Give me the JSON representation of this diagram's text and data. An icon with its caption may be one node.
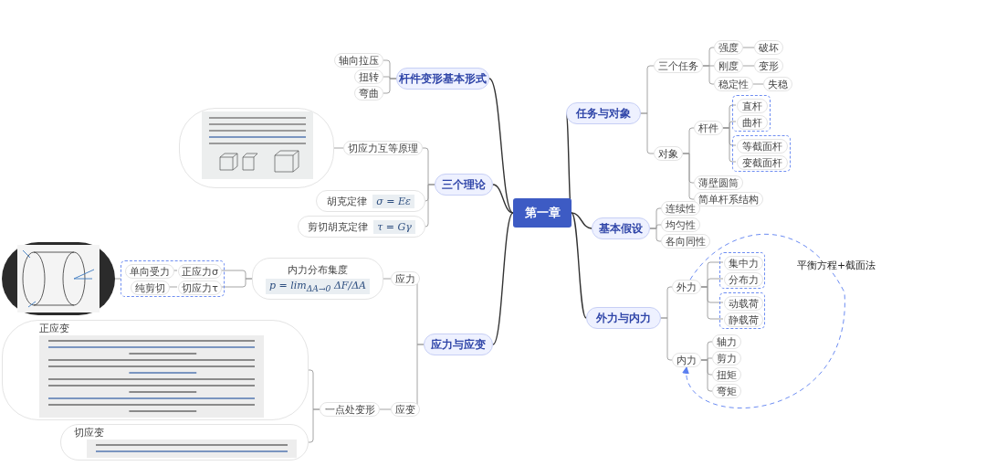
{
  "diagram": {
    "nodes": [
      {
        "text": [
          "第一章"
        ]
      },
      {
        "text": [
          "任务与对象"
        ]
      },
      {
        "text": [
          "三个任务"
        ]
      },
      {
        "text": [
          "强度"
        ]
      },
      {
        "text": [
          "破坏"
        ]
      },
      {
        "text": [
          "刚度"
        ]
      },
      {
        "text": [
          "变形"
        ]
      },
      {
        "text": [
          "稳定性"
        ]
      },
      {
        "text": [
          "失稳"
        ]
      },
      {
        "text": [
          "对象"
        ]
      },
      {
        "text": [
          "杆件"
        ]
      },
      {
        "text": [],
        "shape": "box"
      },
      {
        "text": [
          "直杆"
        ],
        "in": 11
      },
      {
        "text": [
          "曲杆"
        ],
        "in": 11
      },
      {
        "text": [],
        "shape": "box"
      },
      {
        "text": [
          "等截面杆"
        ],
        "in": 14
      },
      {
        "text": [
          "变截面杆"
        ],
        "in": 14
      },
      {
        "text": [
          "薄壁圆筒"
        ]
      },
      {
        "text": [
          "简单杆系结构"
        ]
      },
      {
        "text": [
          "基本假设"
        ]
      },
      {
        "text": [
          "连续性"
        ]
      },
      {
        "text": [
          "均匀性"
        ]
      },
      {
        "text": [
          "各向同性"
        ]
      },
      {
        "text": [
          "外力与内力"
        ]
      },
      {
        "text": [
          "外力"
        ]
      },
      {
        "text": [],
        "shape": "box"
      },
      {
        "text": [
          "集中力"
        ],
        "in": 25
      },
      {
        "text": [
          "分布力"
        ],
        "in": 25
      },
      {
        "text": [],
        "shape": "box"
      },
      {
        "text": [
          "动载荷"
        ],
        "in": 28
      },
      {
        "text": [
          "静载荷"
        ],
        "in": 28
      },
      {
        "text": [
          "内力"
        ]
      },
      {
        "text": [
          "轴力"
        ]
      },
      {
        "text": [
          "剪力"
        ]
      },
      {
        "text": [
          "扭矩"
        ]
      },
      {
        "text": [
          "弯矩"
        ]
      },
      {
        "text": [
          "杆件变形基本形式"
        ]
      },
      {
        "text": [
          "轴向拉压"
        ]
      },
      {
        "text": [
          "扭转"
        ]
      },
      {
        "text": [
          "弯曲"
        ]
      },
      {
        "text": [
          "三个理论"
        ]
      },
      {
        "text": [
          "切应力互等原理"
        ]
      },
      {
        "text": [],
        "shape": "picture"
      },
      {
        "text": [
          "胡克定律",
          "σ = Eε"
        ]
      },
      {
        "text": [
          "剪切胡克定律",
          "τ = Gγ"
        ]
      },
      {
        "text": [
          "应力与应变"
        ]
      },
      {
        "text": [
          "应力"
        ]
      },
      {
        "text": [
          "内力分布集度",
          "p = lim$_{ΔA→0}$ ΔF/ΔA"
        ]
      },
      {
        "text": [],
        "shape": "box"
      },
      {
        "text": [
          "单向受力"
        ],
        "in": 48
      },
      {
        "text": [
          "正应力σ"
        ],
        "in": 48
      },
      {
        "text": [
          "纯剪切"
        ],
        "in": 48
      },
      {
        "text": [
          "切应力τ"
        ],
        "in": 48
      },
      {
        "text": [],
        "shape": "picture"
      },
      {
        "text": [
          "应变"
        ]
      },
      {
        "text": [
          "一点处变形"
        ]
      },
      {
        "text": [
          "正应变"
        ]
      },
      {
        "text": [
          "切应变"
        ]
      }
    ],
    "edges": [
      {
        "from": 0,
        "to": 1,
        "arrow": "none",
        "color": "#333333"
      },
      {
        "from": 1,
        "to": 2,
        "arrow": "none"
      },
      {
        "from": 2,
        "to": 3,
        "arrow": "none"
      },
      {
        "from": 3,
        "to": 4,
        "arrow": "none"
      },
      {
        "from": 2,
        "to": 5,
        "arrow": "none"
      },
      {
        "from": 5,
        "to": 6,
        "arrow": "none"
      },
      {
        "from": 2,
        "to": 7,
        "arrow": "none"
      },
      {
        "from": 7,
        "to": 8,
        "arrow": "none"
      },
      {
        "from": 1,
        "to": 9,
        "arrow": "none"
      },
      {
        "from": 9,
        "to": 10,
        "arrow": "none"
      },
      {
        "from": 10,
        "to": 12,
        "arrow": "none"
      },
      {
        "from": 10,
        "to": 13,
        "arrow": "none"
      },
      {
        "from": 10,
        "to": 15,
        "arrow": "none"
      },
      {
        "from": 10,
        "to": 16,
        "arrow": "none"
      },
      {
        "from": 9,
        "to": 17,
        "arrow": "none"
      },
      {
        "from": 9,
        "to": 18,
        "arrow": "none"
      },
      {
        "from": 0,
        "to": 19,
        "arrow": "none",
        "color": "#333333"
      },
      {
        "from": 19,
        "to": 20,
        "arrow": "none"
      },
      {
        "from": 19,
        "to": 21,
        "arrow": "none"
      },
      {
        "from": 19,
        "to": 22,
        "arrow": "none"
      },
      {
        "from": 0,
        "to": 23,
        "arrow": "none",
        "color": "#333333"
      },
      {
        "from": 23,
        "to": 24,
        "arrow": "none"
      },
      {
        "from": 24,
        "to": 26,
        "arrow": "none"
      },
      {
        "from": 24,
        "to": 27,
        "arrow": "none"
      },
      {
        "from": 24,
        "to": 29,
        "arrow": "none"
      },
      {
        "from": 24,
        "to": 30,
        "arrow": "none"
      },
      {
        "from": 23,
        "to": 31,
        "arrow": "none"
      },
      {
        "from": 31,
        "to": 32,
        "arrow": "none"
      },
      {
        "from": 31,
        "to": 33,
        "arrow": "none"
      },
      {
        "from": 31,
        "to": 34,
        "arrow": "none"
      },
      {
        "from": 31,
        "to": 35,
        "arrow": "none"
      },
      {
        "from": 24,
        "to": 31,
        "arrow": "to",
        "label": "平衡方程+截面法",
        "style": "dashed",
        "color": "#5b7ff0"
      },
      {
        "from": 0,
        "to": 36,
        "arrow": "none",
        "color": "#333333"
      },
      {
        "from": 36,
        "to": 37,
        "arrow": "none"
      },
      {
        "from": 36,
        "to": 38,
        "arrow": "none"
      },
      {
        "from": 36,
        "to": 39,
        "arrow": "none"
      },
      {
        "from": 0,
        "to": 40,
        "arrow": "none",
        "color": "#333333"
      },
      {
        "from": 40,
        "to": 41,
        "arrow": "none"
      },
      {
        "from": 41,
        "to": 42,
        "arrow": "none"
      },
      {
        "from": 40,
        "to": 43,
        "arrow": "none"
      },
      {
        "from": 40,
        "to": 44,
        "arrow": "none"
      },
      {
        "from": 0,
        "to": 45,
        "arrow": "none",
        "color": "#333333"
      },
      {
        "from": 45,
        "to": 46,
        "arrow": "none"
      },
      {
        "from": 46,
        "to": 47,
        "arrow": "none"
      },
      {
        "from": 47,
        "to": 50,
        "arrow": "none"
      },
      {
        "from": 47,
        "to": 52,
        "arrow": "none"
      },
      {
        "from": 50,
        "to": 49,
        "arrow": "none"
      },
      {
        "from": 52,
        "to": 51,
        "arrow": "none"
      },
      {
        "from": 48,
        "to": 53,
        "arrow": "none"
      },
      {
        "from": 45,
        "to": 54,
        "arrow": "none"
      },
      {
        "from": 54,
        "to": 55,
        "arrow": "none"
      },
      {
        "from": 55,
        "to": 56,
        "arrow": "none"
      },
      {
        "from": 55,
        "to": 57,
        "arrow": "none"
      }
    ]
  }
}
